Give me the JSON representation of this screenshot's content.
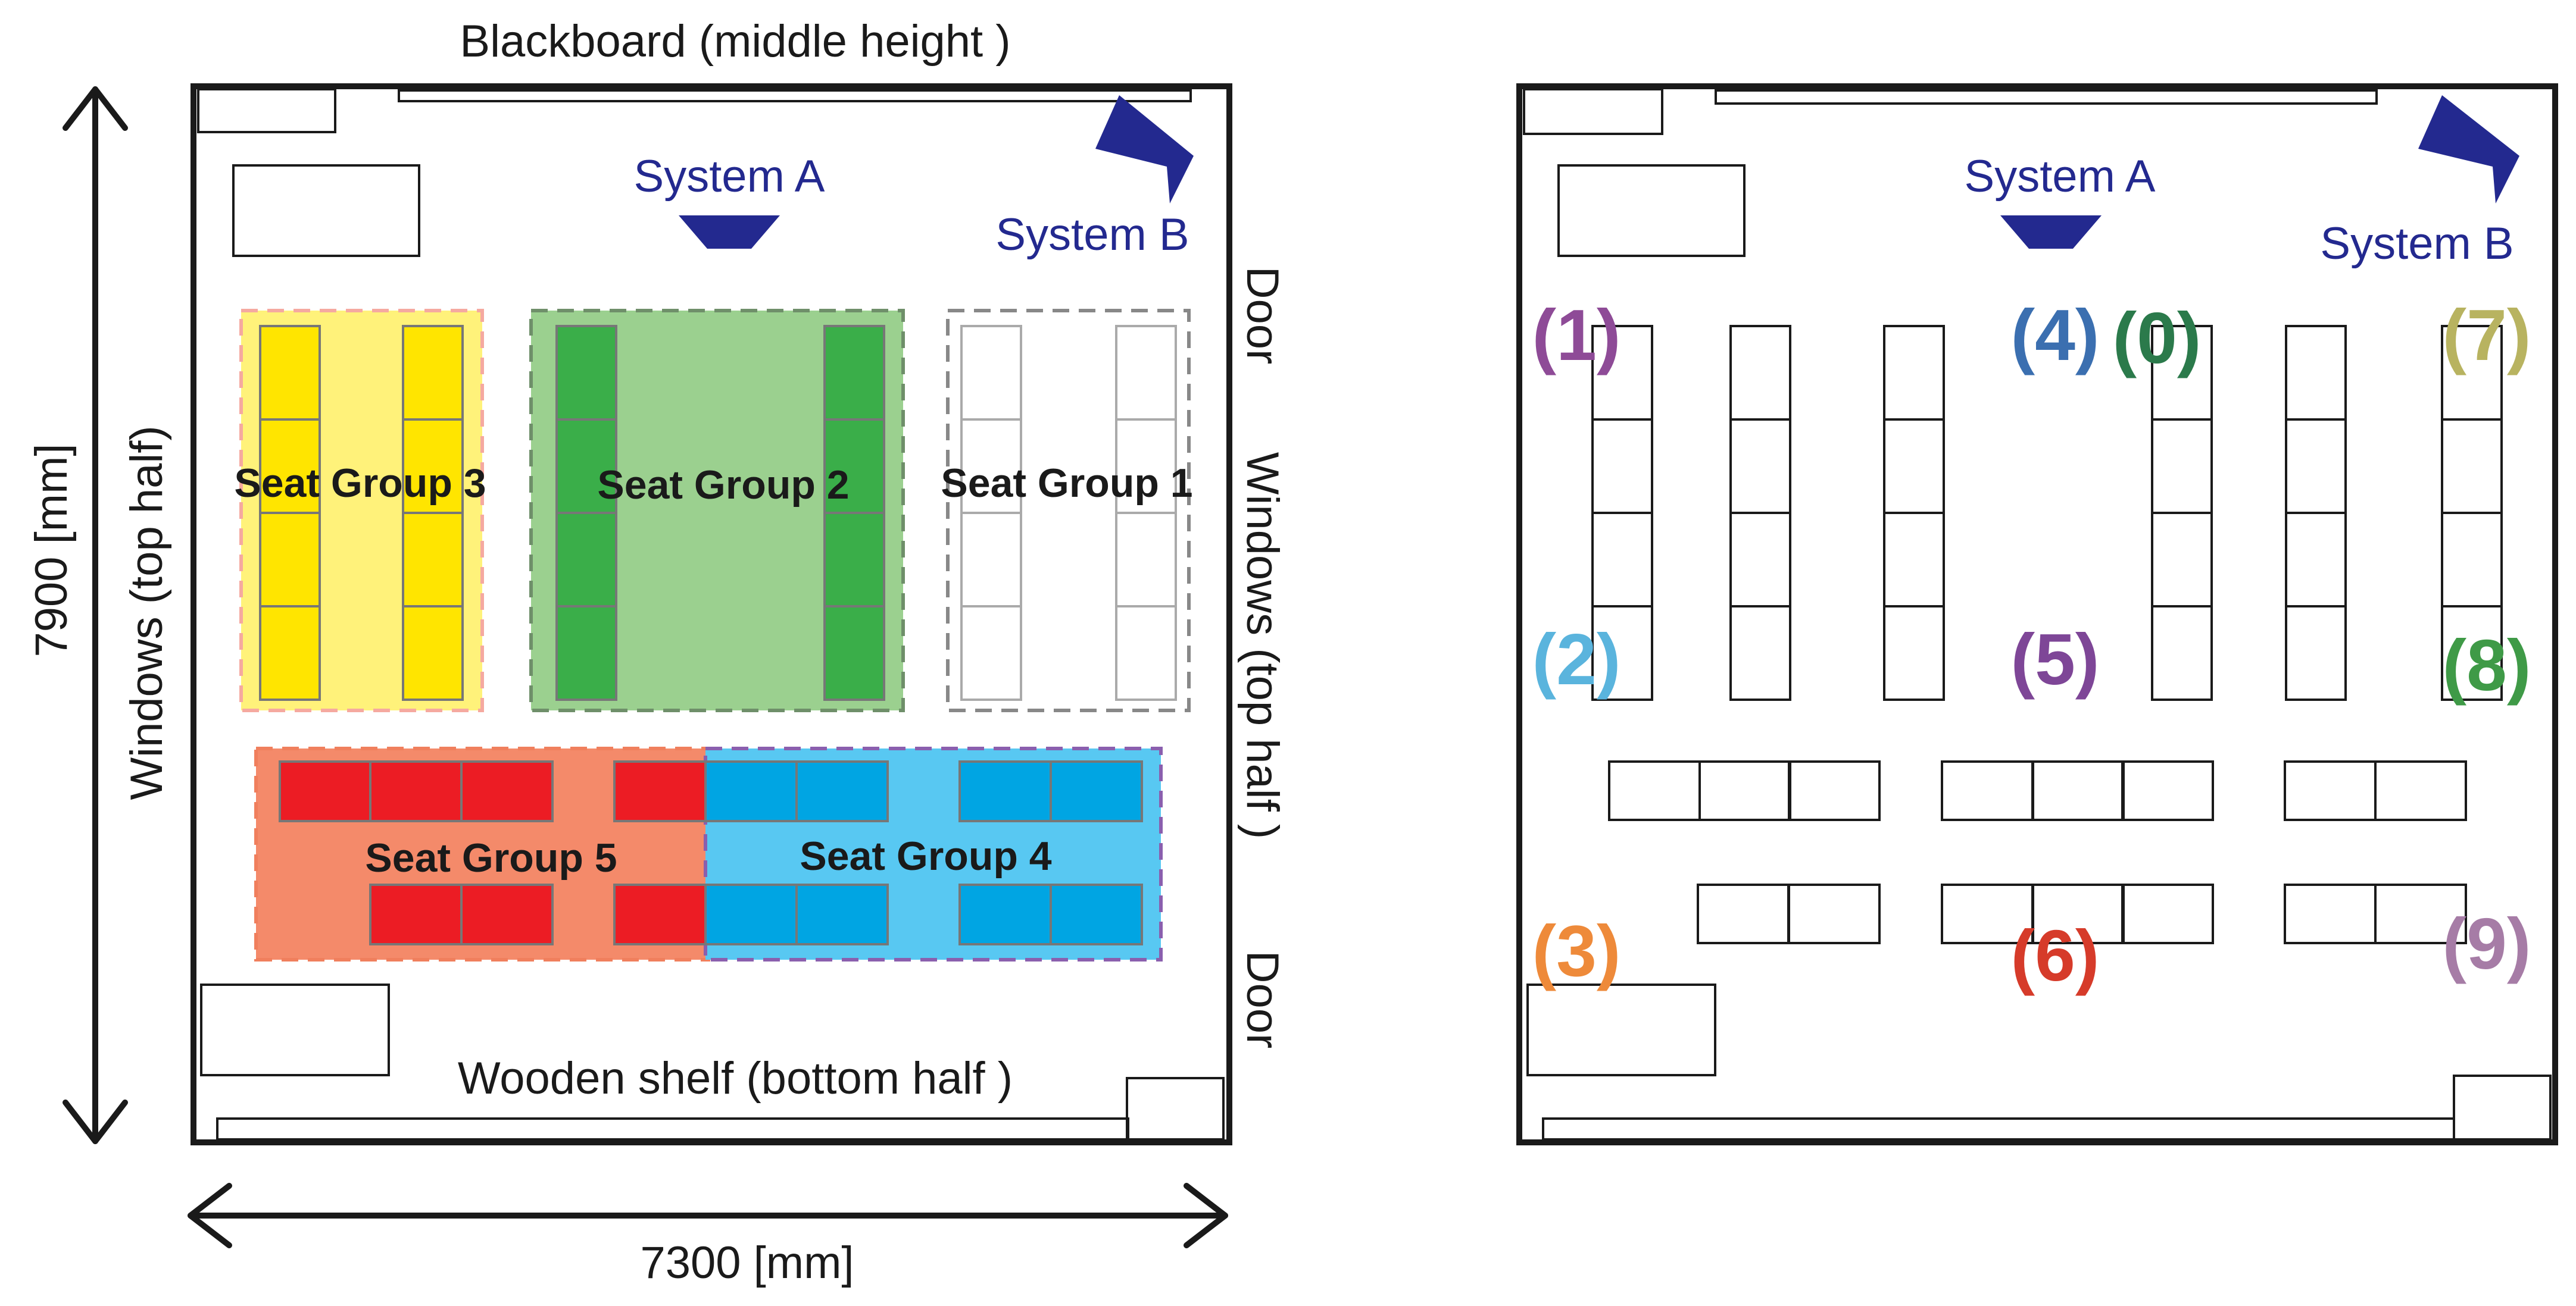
{
  "left_plan": {
    "blackboard_label": "Blackboard (middle height )",
    "system_a_label": "System A",
    "system_b_label": "System B",
    "door_top_label": "Door",
    "windows_right_label": "Windows (top half )",
    "door_bottom_label": "Door",
    "windows_left_label": "Windows (top half)",
    "shelf_label": "Wooden shelf (bottom half )",
    "height_dimension": "7900 [mm]",
    "width_dimension": "7300 [mm]",
    "seat_groups": [
      {
        "label": "Seat Group 1",
        "fill": "#ffffff",
        "desk": "#ffffff",
        "border": "#888888"
      },
      {
        "label": "Seat Group 2",
        "fill": "#9bd08f",
        "desk": "#3aae49",
        "border": "#6f8f6a"
      },
      {
        "label": "Seat Group 3",
        "fill": "#fff27a",
        "desk": "#ffe500",
        "border": "#f5a9a0"
      },
      {
        "label": "Seat Group 4",
        "fill": "#58c8f2",
        "desk": "#00a5e3",
        "border": "#8a5fae"
      },
      {
        "label": "Seat Group 5",
        "fill": "#f48a6a",
        "desk": "#ec1c24",
        "border": "#f07f5d"
      }
    ]
  },
  "right_plan": {
    "system_a_label": "System A",
    "system_b_label": "System B",
    "positions": [
      {
        "label": "(0)",
        "color": "#2b7a4b"
      },
      {
        "label": "(1)",
        "color": "#8e4b97"
      },
      {
        "label": "(2)",
        "color": "#5ab4dd"
      },
      {
        "label": "(3)",
        "color": "#ee8a3a"
      },
      {
        "label": "(4)",
        "color": "#3b6fb0"
      },
      {
        "label": "(5)",
        "color": "#7e4697"
      },
      {
        "label": "(6)",
        "color": "#d63b2a"
      },
      {
        "label": "(7)",
        "color": "#b8b360"
      },
      {
        "label": "(8)",
        "color": "#3f9a47"
      },
      {
        "label": "(9)",
        "color": "#a67ca6"
      }
    ]
  },
  "colors": {
    "system_icon": "#23298f",
    "wall": "#1a1a1a"
  }
}
